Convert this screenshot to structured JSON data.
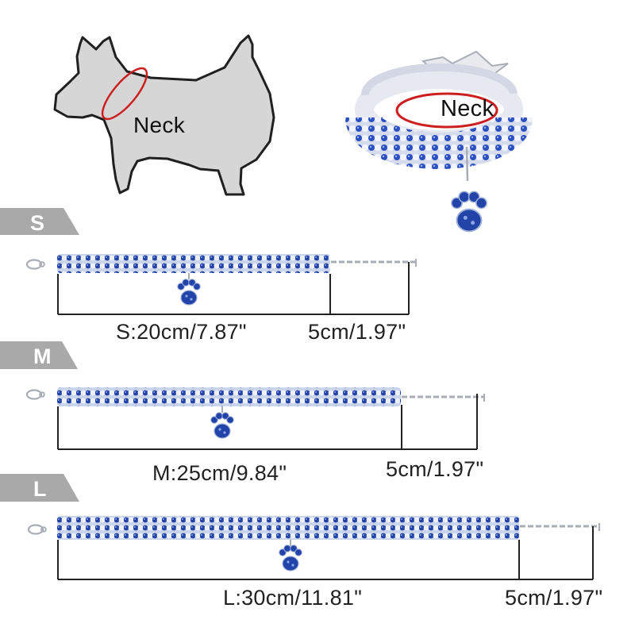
{
  "diagram": {
    "neck_label_dog": "Neck",
    "neck_label_collar": "Neck"
  },
  "colors": {
    "crystal_blue": "#2244a8",
    "crystal_clear": "#d8dde8",
    "neck_ring": "#cc1f1f",
    "tab_gray": "#a9a9a9",
    "line": "#222222"
  },
  "icons": [
    "dog-silhouette-icon",
    "collar-icon",
    "paw-charm-icon",
    "lobster-clasp-icon",
    "extension-chain-icon"
  ],
  "sizes": [
    {
      "tab": "S",
      "length": "S:20cm/7.87\"",
      "extension": "5cm/1.97\""
    },
    {
      "tab": "M",
      "length": "M:25cm/9.84\"",
      "extension": "5cm/1.97\""
    },
    {
      "tab": "L",
      "length": "L:30cm/11.81\"",
      "extension": "5cm/1.97\""
    }
  ]
}
